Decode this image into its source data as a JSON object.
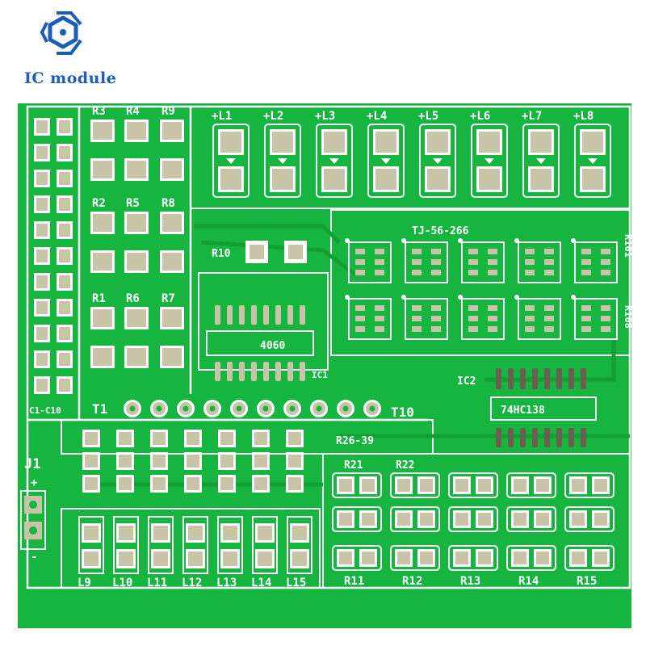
{
  "brand": {
    "logo_text": "IC module",
    "logo_icon": "hexagon-chain-logo-icon",
    "accent": "#1a5fb4"
  },
  "board": {
    "colors": {
      "solder_mask": "#16b53f",
      "silkscreen": "#ffffff",
      "pad": "#c9c3a8",
      "pad_dark": "#6b6050"
    },
    "resistor_labels_top": [
      "R3",
      "R4",
      "R9",
      "R2",
      "R5",
      "R8",
      "R1",
      "R6",
      "R7"
    ],
    "r10": "R10",
    "led_labels_top": [
      "+L1",
      "+L2",
      "+L3",
      "+L4",
      "+L5",
      "+L6",
      "+L7",
      "+L8"
    ],
    "tj_label": "TJ-56-266",
    "r101": "R101",
    "r108": "R108",
    "ic_4060": "4060",
    "ic1": "IC1",
    "ic2": "IC2",
    "ic_74hc138": "74HC138",
    "c_label": "C1-C10",
    "t1": "T1",
    "t10": "T10",
    "r26_39": "R26-39",
    "j1": "J1",
    "j1_plus": "+",
    "j1_minus": "-",
    "r21": "R21",
    "r22": "R22",
    "led_labels_bottom": [
      "L9",
      "L10",
      "L11",
      "L12",
      "L13",
      "L14",
      "L15"
    ],
    "resistor_labels_bottom": [
      "R11",
      "R12",
      "R13",
      "R14",
      "R15"
    ]
  }
}
